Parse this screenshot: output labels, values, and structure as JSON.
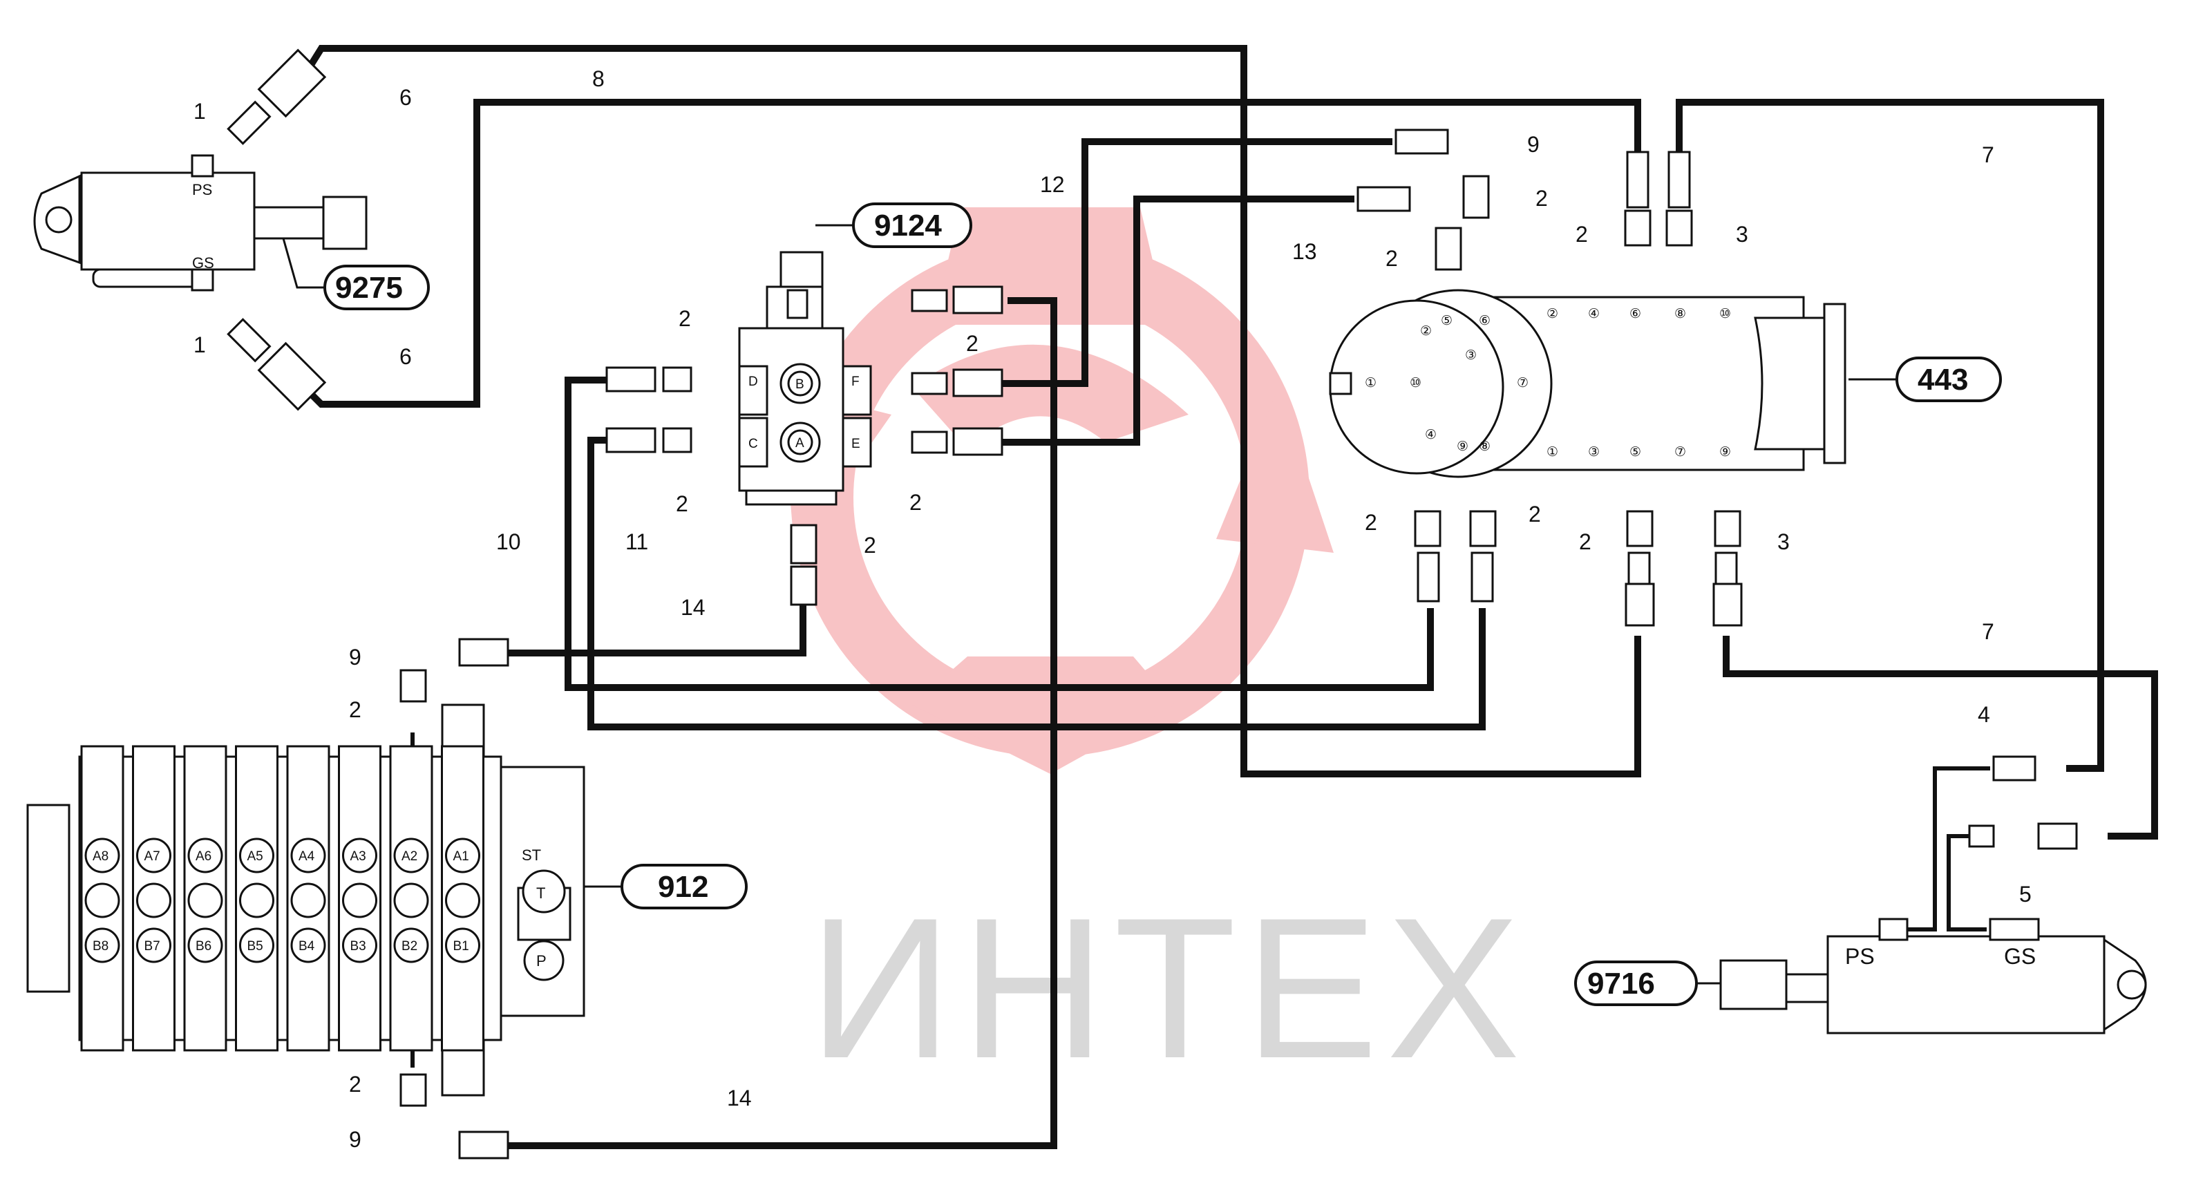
{
  "watermark": {
    "text": "ИНТЕХ",
    "logo_color": "#f7b9bb",
    "text_color": "#d8d8d8"
  },
  "callouts": {
    "c9275": "9275",
    "c9124": "9124",
    "c443": "443",
    "c912": "912",
    "c9716": "9716"
  },
  "components": {
    "cyl_top": {
      "ps": "PS",
      "gs": "GS"
    },
    "cyl_bottom": {
      "ps": "PS",
      "gs": "GS"
    },
    "valve_9124": {
      "ports": {
        "A": "A",
        "B": "B",
        "C": "C",
        "D": "D",
        "E": "E",
        "F": "F"
      }
    },
    "swivel_443": {
      "ports": [
        "①",
        "②",
        "③",
        "④",
        "⑤",
        "⑥",
        "⑦",
        "⑧",
        "⑨",
        "⑩"
      ]
    },
    "control_valve_912": {
      "a_sections": [
        "A8",
        "A7",
        "A6",
        "A5",
        "A4",
        "A3",
        "A2",
        "A1"
      ],
      "b_sections": [
        "B8",
        "B7",
        "B6",
        "B5",
        "B4",
        "B3",
        "B2",
        "B1"
      ],
      "st": "ST",
      "t": "T",
      "p": "P"
    }
  },
  "labels": {
    "n1": "1",
    "n2": "2",
    "n3": "3",
    "n4": "4",
    "n5": "5",
    "n6": "6",
    "n7": "7",
    "n8": "8",
    "n9": "9",
    "n10": "10",
    "n11": "11",
    "n12": "12",
    "n13": "13",
    "n14": "14"
  },
  "colors": {
    "line": "#111111",
    "watermark_logo": "#f7b9bb"
  }
}
